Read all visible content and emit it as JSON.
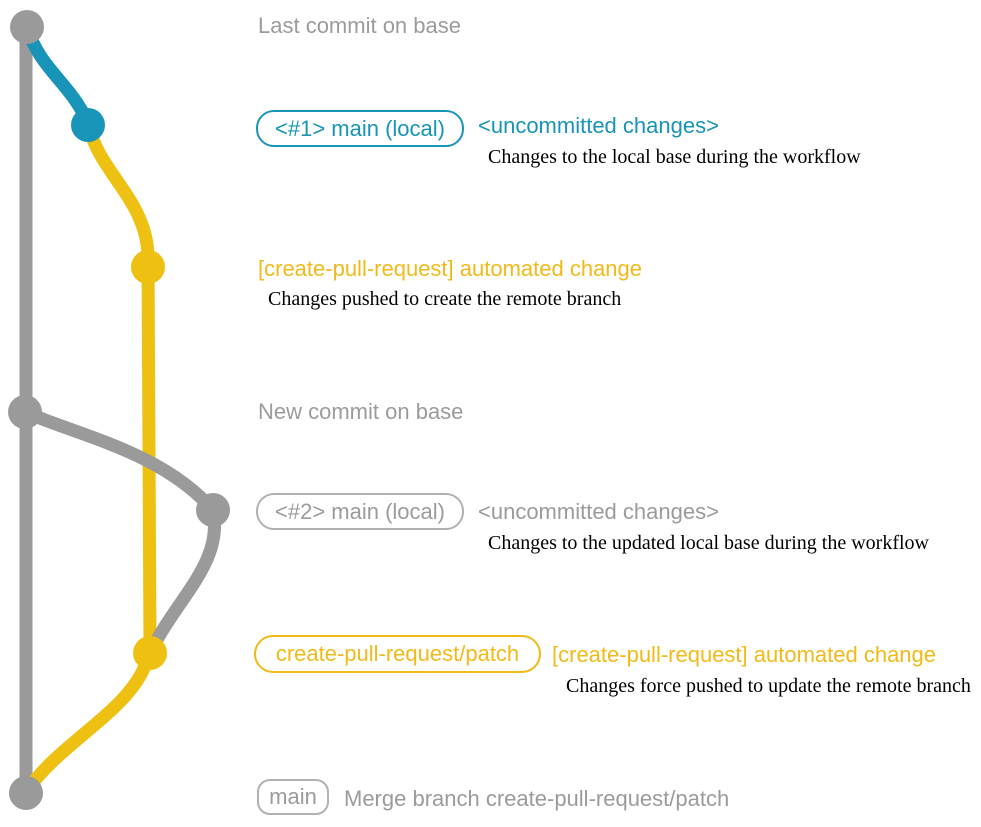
{
  "colors": {
    "gray": "#9a9a9a",
    "blue": "#1794b8",
    "yellow": "#edc011",
    "yellow_text": "#f0ba18",
    "badge_border_gray": "#b1b1b1",
    "note_black": "#000000"
  },
  "annotations": {
    "last_commit": "Last commit on base",
    "branch1_badge": "<#1> main (local)",
    "uncommitted1": "<uncommitted changes>",
    "note1": "Changes to the local base during the workflow",
    "auto_change1": "[create-pull-request] automated change",
    "note2": "Changes pushed to create the remote branch",
    "new_commit": "New commit on base",
    "branch2_badge": "<#2> main (local)",
    "uncommitted2": "<uncommitted changes>",
    "note3": "Changes to the updated local base during the workflow",
    "patch_badge": "create-pull-request/patch",
    "auto_change2": "[create-pull-request] automated change",
    "note4": "Changes force pushed to update the remote branch",
    "main_badge": "main",
    "merge_note": "Merge branch create-pull-request/patch"
  },
  "graph": {
    "branches": [
      "base (gray)",
      "main local (blue)",
      "create-pull-request/patch (yellow)"
    ],
    "commits": [
      "last-commit-on-base",
      "local-change-1",
      "automated-change-1",
      "new-commit-on-base",
      "local-change-2",
      "automated-change-2-force-push",
      "merge-commit"
    ]
  }
}
